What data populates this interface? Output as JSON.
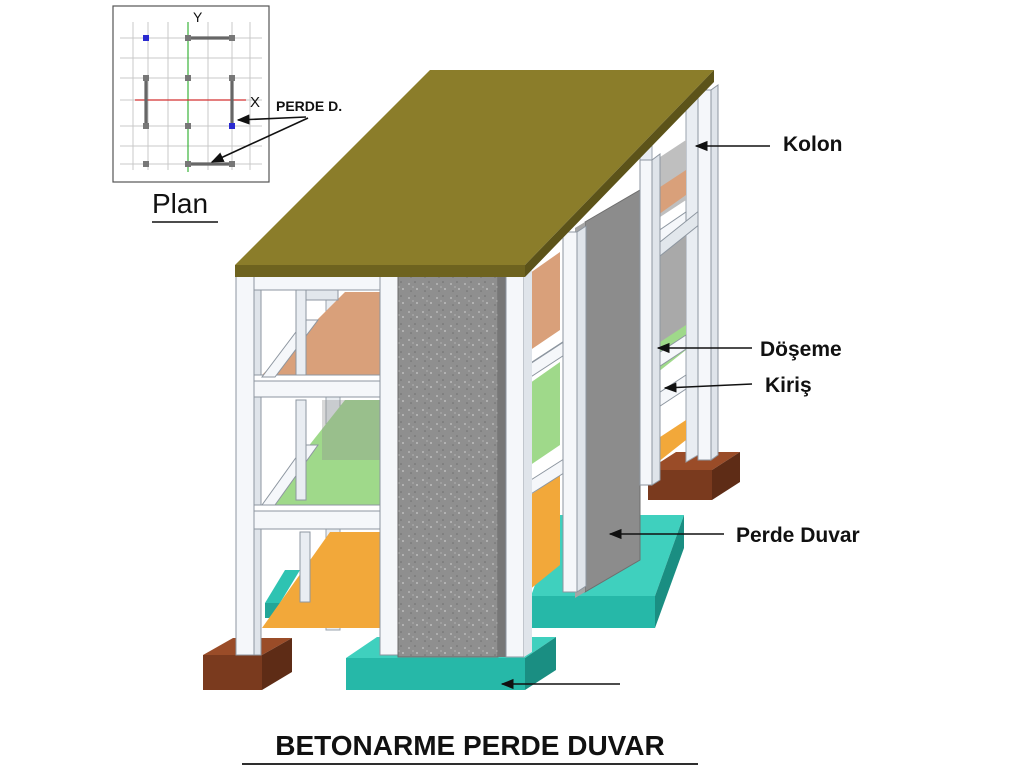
{
  "plan": {
    "title": "Plan",
    "axis_y": "Y",
    "axis_x": "X",
    "wall_label": "PERDE D."
  },
  "labels": {
    "kolon": "Kolon",
    "doseme": "Döşeme",
    "kiris": "Kiriş",
    "perde": "Perde Duvar"
  },
  "title": "BETONARME PERDE DUVAR",
  "colors": {
    "roof": "#8b7d2a",
    "frame": "#f5f7fa",
    "wall": "#8e8e8e",
    "slab_top": "#d9a07a",
    "slab_mid": "#9fd98a",
    "slab_bottom": "#f2a83a",
    "footing_wall": "#26b8a8",
    "footing_col": "#7a3a1e"
  }
}
